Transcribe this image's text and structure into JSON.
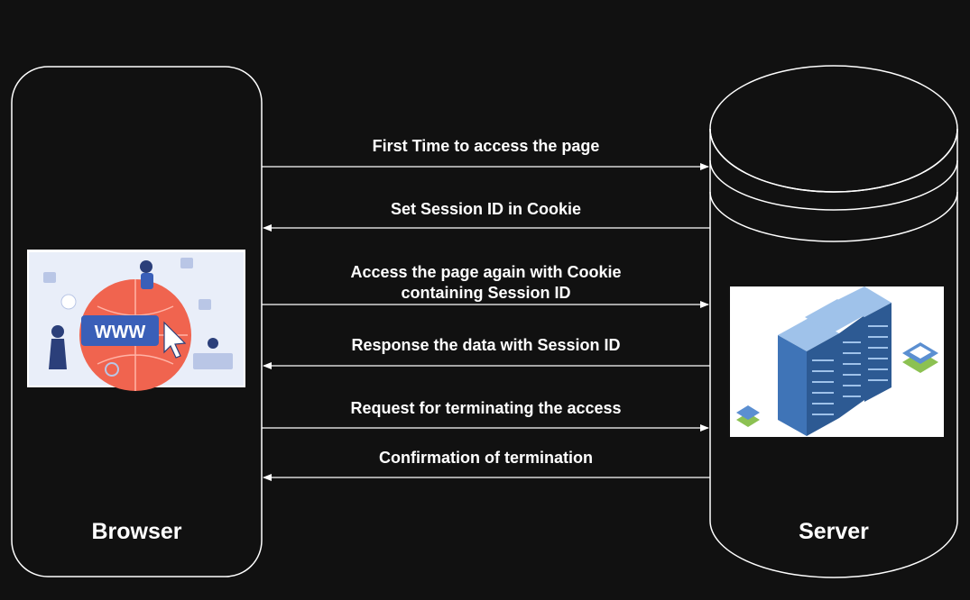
{
  "diagram": {
    "nodes": {
      "browser": {
        "label": "Browser"
      },
      "server": {
        "label": "Server"
      }
    },
    "messages": [
      {
        "text": "First Time to access the page",
        "direction": "browser-to-server"
      },
      {
        "text": "Set Session ID in Cookie",
        "direction": "server-to-browser"
      },
      {
        "text": "Access the page again with Cookie\ncontaining Session ID",
        "direction": "browser-to-server"
      },
      {
        "text": "Response the data with Session ID",
        "direction": "server-to-browser"
      },
      {
        "text": "Request for terminating the access",
        "direction": "browser-to-server"
      },
      {
        "text": "Confirmation of termination",
        "direction": "server-to-browser"
      }
    ],
    "illustrations": {
      "browser": {
        "icon": "web-browser-illustration",
        "text": "WWW"
      },
      "server": {
        "icon": "server-racks-illustration"
      }
    }
  },
  "colors": {
    "background": "#111111",
    "stroke": "#ffffff",
    "accent_red": "#f0644f",
    "accent_blue": "#3a5fb8",
    "server_blue": "#3f74b7"
  }
}
